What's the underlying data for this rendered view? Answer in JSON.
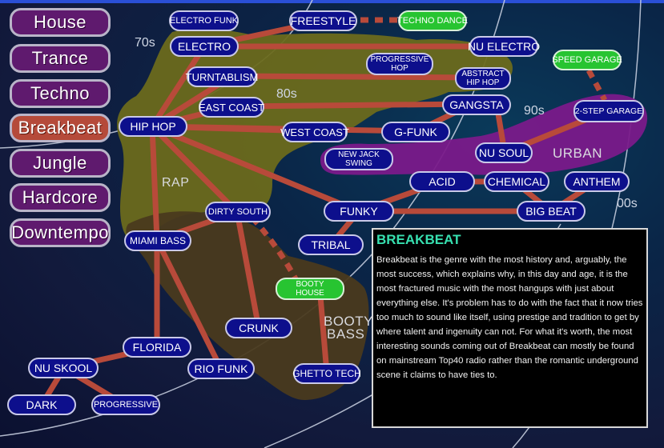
{
  "genres": [
    "House",
    "Trance",
    "Techno",
    "Breakbeat",
    "Jungle",
    "Hardcore",
    "Downtempo"
  ],
  "active_genre": "Breakbeat",
  "eras": [
    "70s",
    "80s",
    "90s",
    "00s"
  ],
  "regions": {
    "rap": "RAP",
    "urban": "URBAN",
    "booty_line1": "BOOTY",
    "booty_line2": "BASS"
  },
  "nodes": {
    "electro_funk": "ELECTRO FUNK",
    "freestyle": "FREESTYLE",
    "techno_dance": "TECHNO DANCE",
    "electro": "ELECTRO",
    "nu_electro": "NU ELECTRO",
    "progressive_hop_1": "PROGRESSIVE",
    "progressive_hop_2": "HOP",
    "speed_garage": "SPEED GARAGE",
    "turntablism": "TURNTABLISM",
    "abstract_hip_hop_1": "ABSTRACT",
    "abstract_hip_hop_2": "HIP HOP",
    "east_coast": "EAST COAST",
    "gangsta": "GANGSTA",
    "two_step_garage": "2-STEP GARAGE",
    "hip_hop": "HIP HOP",
    "west_coast": "WEST COAST",
    "g_funk": "G-FUNK",
    "nu_soul": "NU SOUL",
    "new_jack_swing_1": "NEW JACK",
    "new_jack_swing_2": "SWING",
    "acid": "ACID",
    "chemical": "CHEMICAL",
    "anthem": "ANTHEM",
    "dirty_south": "DIRTY SOUTH",
    "funky": "FUNKY",
    "big_beat": "BIG BEAT",
    "miami_bass": "MIAMI BASS",
    "tribal": "TRIBAL",
    "booty_house_1": "BOOTY",
    "booty_house_2": "HOUSE",
    "crunk": "CRUNK",
    "florida": "FLORIDA",
    "nu_skool": "NU SKOOL",
    "rio_funk": "RIO FUNK",
    "ghetto_tech": "GHETTO TECH",
    "dark": "DARK",
    "progressive": "PROGRESSIVE"
  },
  "info": {
    "title": "BREAKBEAT",
    "body": "Breakbeat is the genre with the most history and, arguably, the most success, which explains why, in this day and age, it is the most fractured music with the most hangups with just about everything else. It's problem has to do with the fact that it now tries too much to sound like itself, using prestige and tradition to get by where talent and ingenuity can not. For what it's worth, the most interesting sounds coming out of Breakbeat can mostly be found on mainstream Top40 radio rather than the romantic underground scene it claims to have ties to."
  },
  "colors": {
    "node_fill": "#0d0f8c",
    "node_green": "#27c431",
    "connector": "#b84a3a",
    "rap_region": "#6b6a1c",
    "booty_region": "#4a3a1e",
    "urban_region": "#7a1a8a",
    "genre_button": "#5f1a6e",
    "genre_button_active": "#b54a3a",
    "info_title": "#37e0b0"
  }
}
